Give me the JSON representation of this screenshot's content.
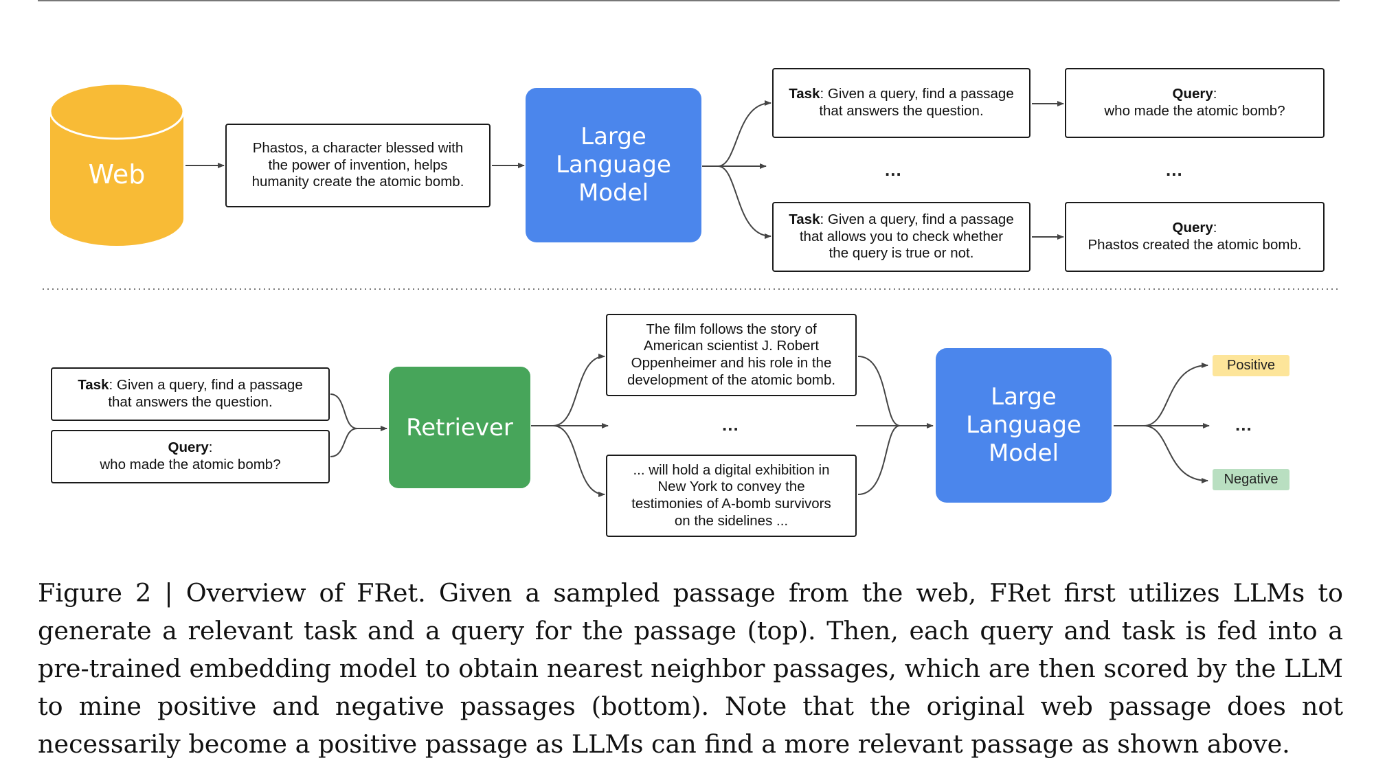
{
  "top": {
    "source_label": "Web",
    "passage": [
      "Phastos, a character blessed with",
      "the power of invention, helps",
      "humanity create the atomic bomb."
    ],
    "llm_label": [
      "Large",
      "Language",
      "Model"
    ],
    "task_1": {
      "prefix": "Task",
      "lines": [
        ": Given a query, find a passage",
        "that answers the question."
      ]
    },
    "task_2": {
      "prefix": "Task",
      "lines": [
        ": Given a query, find a passage",
        "that allows you to check whether",
        "the query is true or not."
      ]
    },
    "query_1": {
      "prefix": "Query",
      "suffix": ":",
      "text": "who made the atomic bomb?"
    },
    "query_2": {
      "prefix": "Query",
      "suffix": ":",
      "text": "Phastos created the atomic bomb."
    },
    "ellipsis": "..."
  },
  "bottom": {
    "task": {
      "prefix": "Task",
      "lines": [
        ": Given a query, find a passage",
        "that answers the question."
      ]
    },
    "query": {
      "prefix": "Query",
      "suffix": ":",
      "text": "who made the atomic bomb?"
    },
    "retriever_label": "Retriever",
    "passage_1": [
      "The film follows the story of",
      "American scientist J. Robert",
      "Oppenheimer and his role in the",
      "development of the atomic bomb."
    ],
    "passage_2": [
      "... will hold a digital exhibition in",
      "New York to convey the",
      "testimonies of A-bomb survivors",
      "on the sidelines ..."
    ],
    "llm_label": [
      "Large",
      "Language",
      "Model"
    ],
    "positive_label": "Positive",
    "negative_label": "Negative",
    "ellipsis": "..."
  },
  "caption": "Figure 2 | Overview of FRet.  Given a sampled passage from the web, FRet first utilizes LLMs to generate a relevant task and a query for the passage (top). Then, each query and task is fed into a pre-trained embedding model to obtain nearest neighbor passages, which are then scored by the LLM to mine positive and negative passages (bottom). Note that the original web passage does not necessarily become a positive passage as LLMs can find a more relevant passage as shown above.",
  "colors": {
    "web": "#f8bb36",
    "llm": "#4b86ec",
    "retriever": "#47a55a",
    "positive": "#fde59a",
    "negative": "#b9dfc1",
    "line": "#444444"
  }
}
